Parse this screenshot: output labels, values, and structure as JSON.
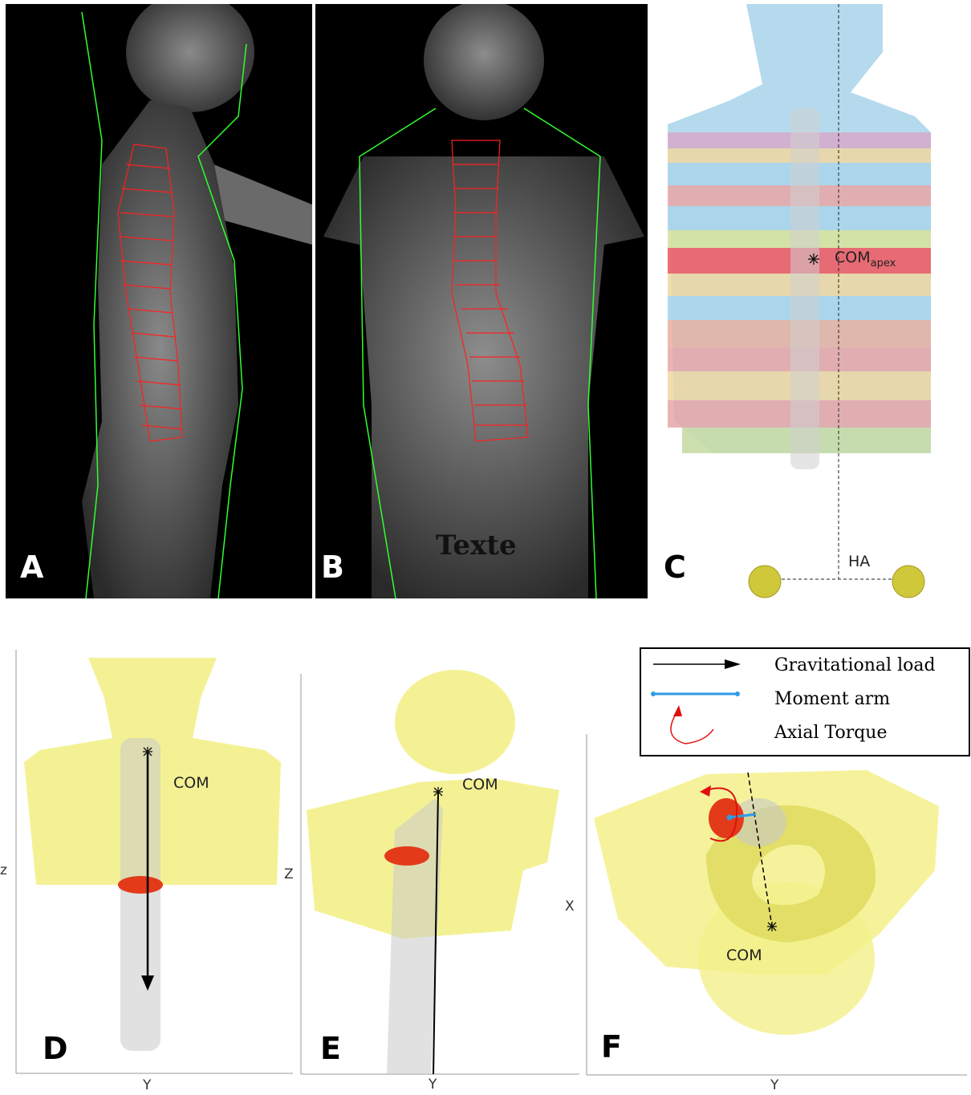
{
  "panels": {
    "a": {
      "label": "A"
    },
    "b": {
      "label": "B",
      "overlay_text": "Texte"
    },
    "c": {
      "label": "C",
      "com_label": "COM",
      "com_subscript": "apex",
      "ha_label": "HA"
    },
    "d": {
      "label": "D",
      "com_label": "COM",
      "y_axis": "z",
      "x_axis": "Y"
    },
    "e": {
      "label": "E",
      "com_label": "COM",
      "y_axis": "Z",
      "x_axis": "Y"
    },
    "f": {
      "label": "F",
      "com_label": "COM",
      "y_axis": "X",
      "x_axis": "Y"
    }
  },
  "legend": {
    "items": [
      {
        "label": "Gravitational load",
        "icon": "arrow-icon",
        "color": "#000000"
      },
      {
        "label": "Moment arm",
        "icon": "moment-arm-icon",
        "color": "#2e9be6"
      },
      {
        "label": "Axial Torque",
        "icon": "torque-icon",
        "color": "#e01010"
      }
    ]
  },
  "colors": {
    "contour_red": "#ff2020",
    "contour_green": "#30ff30",
    "body_yellow": "#f3f08a",
    "body_blue": "#a9d4ea",
    "vertebra_orange": "#e33a1a"
  }
}
